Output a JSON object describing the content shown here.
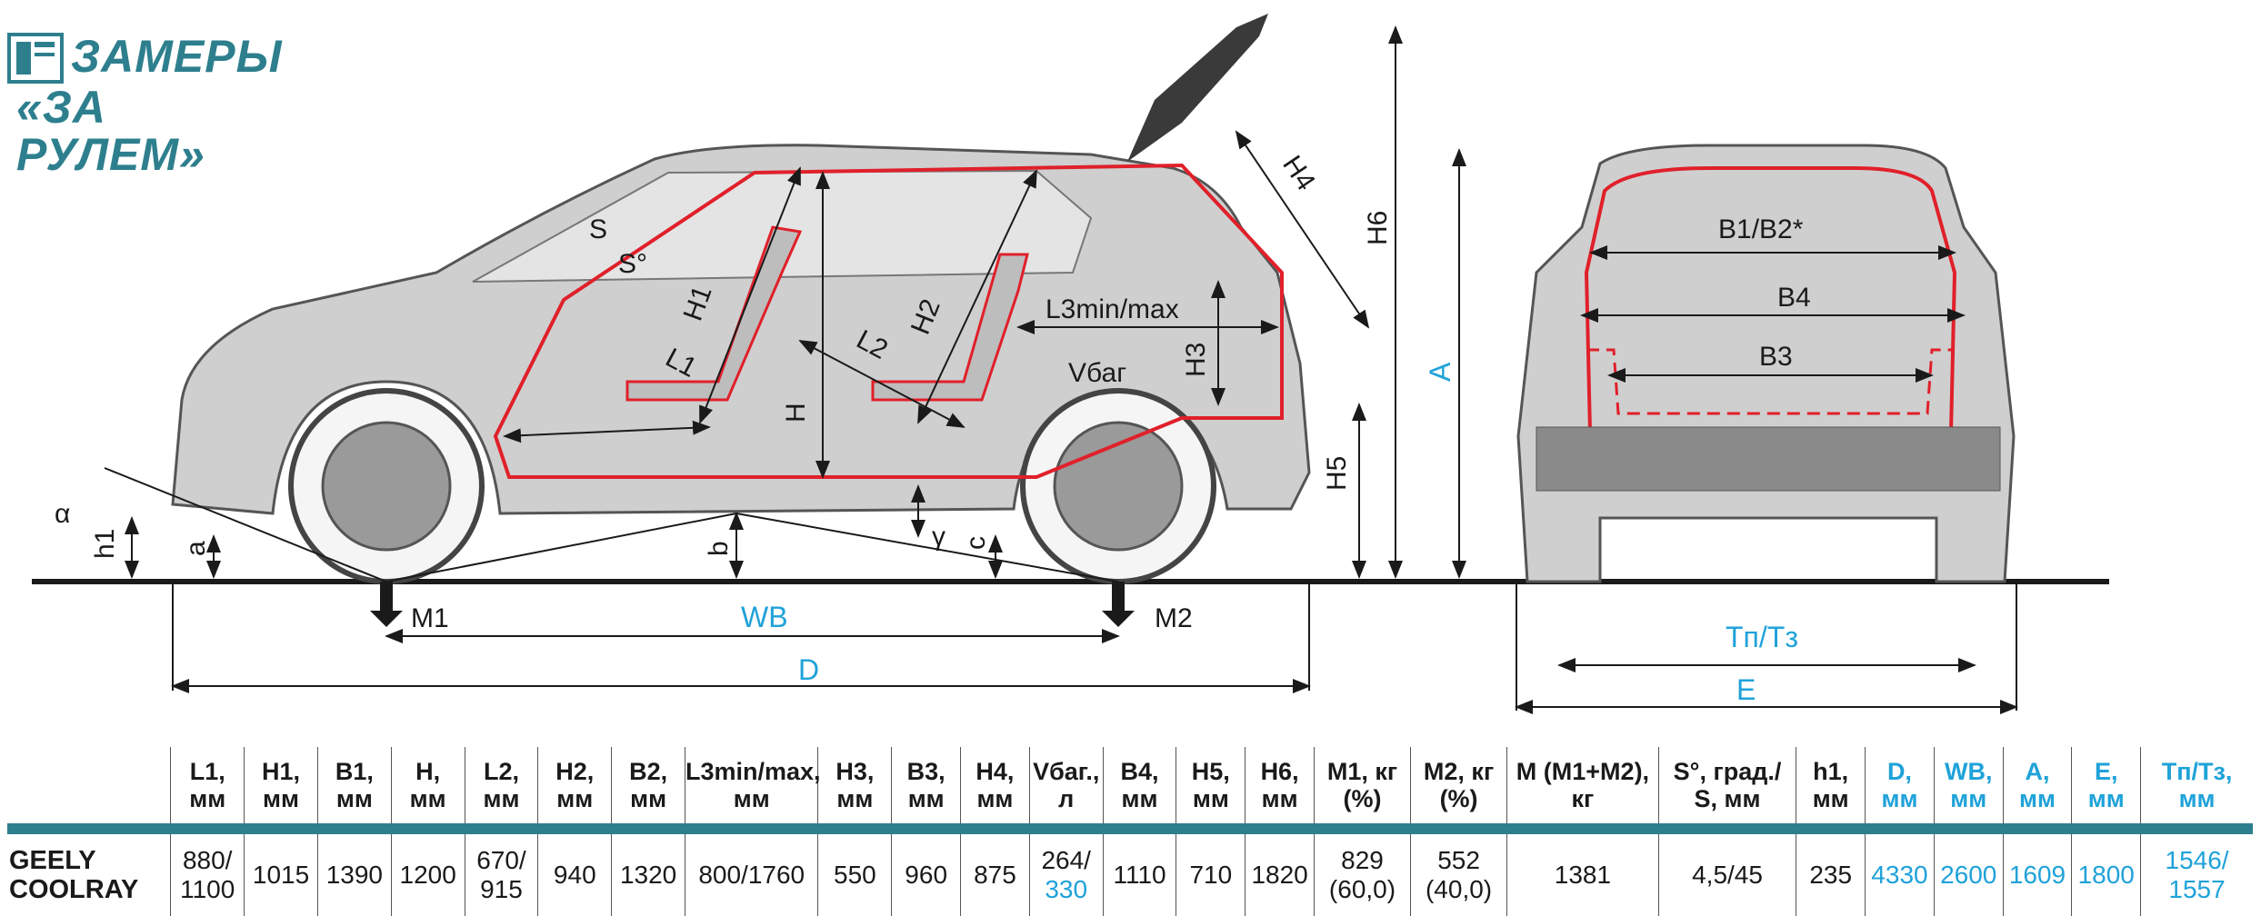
{
  "logo": {
    "line1": "ЗАМЕРЫ",
    "line2": "«ЗА РУЛЕМ»",
    "emblem_icon": "steering-book-icon",
    "accent_color": "#2e7f8e"
  },
  "colors": {
    "text": "#1a1a1a",
    "blue_dimension": "#1fa2d9",
    "interior_outline": "#e0202a",
    "body_fill": "#cfcfcf",
    "header_rule": "#2e7f8e"
  },
  "diagram": {
    "labels": {
      "S": "S",
      "S_deg": "S°",
      "L1": "L1",
      "H1": "H1",
      "L2": "L2",
      "H2": "H2",
      "H": "H",
      "L3": "L3min/max",
      "V": "Vбаг",
      "H3": "H3",
      "H4": "H4",
      "H5": "H5",
      "H6": "H6",
      "A": "A",
      "alpha": "α",
      "h1": "h1",
      "a": "a",
      "b": "b",
      "gamma": "γ",
      "c": "c",
      "M1": "M1",
      "M2": "M2",
      "WB": "WB",
      "D": "D",
      "B1B2": "B1/B2*",
      "B4": "B4",
      "B3": "B3",
      "TpTz": "Tп/Tз",
      "E": "E"
    }
  },
  "table": {
    "headers": [
      {
        "line1": "L1,",
        "line2": "мм",
        "blue": false
      },
      {
        "line1": "H1,",
        "line2": "мм",
        "blue": false
      },
      {
        "line1": "B1,",
        "line2": "мм",
        "blue": false
      },
      {
        "line1": "H,",
        "line2": "мм",
        "blue": false
      },
      {
        "line1": "L2,",
        "line2": "мм",
        "blue": false
      },
      {
        "line1": "H2,",
        "line2": "мм",
        "blue": false
      },
      {
        "line1": "B2,",
        "line2": "мм",
        "blue": false
      },
      {
        "line1": "L3min/max,",
        "line2": "мм",
        "blue": false
      },
      {
        "line1": "H3,",
        "line2": "мм",
        "blue": false
      },
      {
        "line1": "B3,",
        "line2": "мм",
        "blue": false
      },
      {
        "line1": "H4,",
        "line2": "мм",
        "blue": false
      },
      {
        "line1": "Vбаг.,",
        "line2": "л",
        "blue": false
      },
      {
        "line1": "B4,",
        "line2": "мм",
        "blue": false
      },
      {
        "line1": "H5,",
        "line2": "мм",
        "blue": false
      },
      {
        "line1": "H6,",
        "line2": "мм",
        "blue": false
      },
      {
        "line1": "M1, кг",
        "line2": "(%)",
        "blue": false
      },
      {
        "line1": "M2, кг",
        "line2": "(%)",
        "blue": false
      },
      {
        "line1": "M (M1+M2),",
        "line2": "кг",
        "blue": false
      },
      {
        "line1": "S°, град./",
        "line2": "S, мм",
        "blue": false
      },
      {
        "line1": "h1,",
        "line2": "мм",
        "blue": false
      },
      {
        "line1": "D,",
        "line2": "мм",
        "blue": true
      },
      {
        "line1": "WB,",
        "line2": "мм",
        "blue": true
      },
      {
        "line1": "A,",
        "line2": "мм",
        "blue": true
      },
      {
        "line1": "E,",
        "line2": "мм",
        "blue": true
      },
      {
        "line1": "Tп/Tз,",
        "line2": "мм",
        "blue": true
      }
    ],
    "row": {
      "model_line1": "GEELY",
      "model_line2": "COOLRAY",
      "cells": [
        {
          "line1": "880/",
          "line2": "1100",
          "blue_line2": false
        },
        {
          "line1": "1015"
        },
        {
          "line1": "1390"
        },
        {
          "line1": "1200"
        },
        {
          "line1": "670/",
          "line2": "915",
          "blue_line2": false
        },
        {
          "line1": "940"
        },
        {
          "line1": "1320"
        },
        {
          "line1": "800/1760"
        },
        {
          "line1": "550"
        },
        {
          "line1": "960"
        },
        {
          "line1": "875"
        },
        {
          "line1": "264/",
          "line2": "330",
          "blue_line2": true
        },
        {
          "line1": "1110"
        },
        {
          "line1": "710"
        },
        {
          "line1": "1820"
        },
        {
          "line1": "829",
          "line2": "(60,0)",
          "blue_line2": false
        },
        {
          "line1": "552",
          "line2": "(40,0)",
          "blue_line2": false
        },
        {
          "line1": "1381"
        },
        {
          "line1": "4,5/45"
        },
        {
          "line1": "235"
        },
        {
          "line1": "4330",
          "blue": true
        },
        {
          "line1": "2600",
          "blue": true
        },
        {
          "line1": "1609",
          "blue": true
        },
        {
          "line1": "1800",
          "blue": true
        },
        {
          "line1": "1546/",
          "line2": "1557",
          "blue": true
        }
      ]
    }
  }
}
